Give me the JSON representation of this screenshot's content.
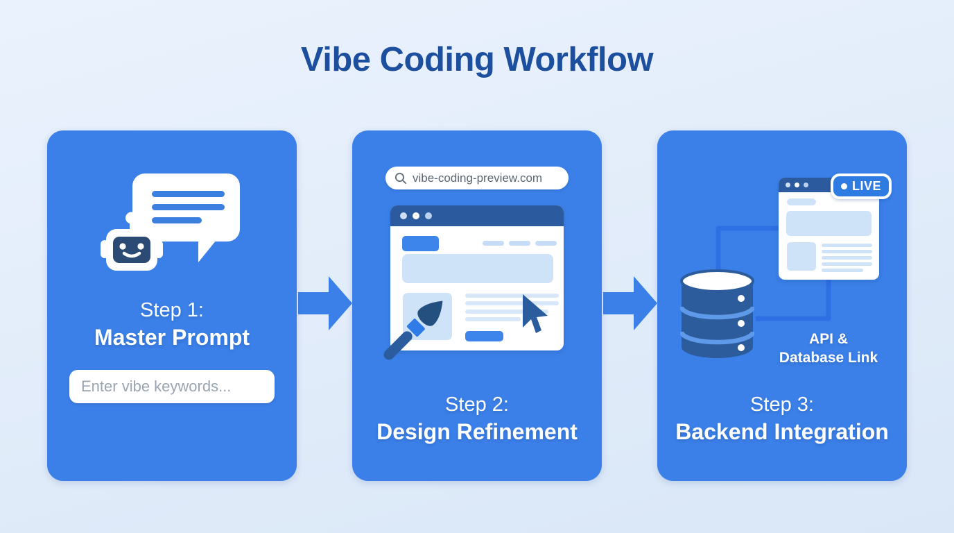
{
  "title": "Vibe Coding Workflow",
  "steps": [
    {
      "label": "Step 1:",
      "name": "Master Prompt",
      "input_placeholder": "Enter vibe keywords..."
    },
    {
      "label": "Step 2:",
      "name": "Design Refinement",
      "browser_url": "vibe-coding-preview.com"
    },
    {
      "label": "Step 3:",
      "name": "Backend Integration",
      "live_badge": "LIVE",
      "api_caption_1": "API &",
      "api_caption_2": "Database Link"
    }
  ],
  "colors": {
    "background": "#e3edfa",
    "card_blue": "#3b80e8",
    "title_text": "#1d4f9f",
    "browser_bar_navy": "#2b5a9e",
    "dark_navy": "#2b5c9e",
    "accent_light": "#cfe3f8",
    "connector_blue": "#2e6fe4",
    "live_badge_blue": "#2e7ce2",
    "url_text": "#5a6673",
    "placeholder_text": "#9aa5b1",
    "white": "#ffffff"
  },
  "icons": {
    "chat-bubble-icon": "svg-speech-bubble",
    "robot-icon": "svg-robot-face",
    "search-icon": "svg-magnifier",
    "paintbrush-icon": "svg-brush",
    "cursor-icon": "svg-pointer-arrow",
    "database-icon": "svg-cylinder-stack",
    "live-dot-icon": "●",
    "window-dots-icon": "●●●",
    "flow-arrow-icon": "svg-right-arrow"
  }
}
